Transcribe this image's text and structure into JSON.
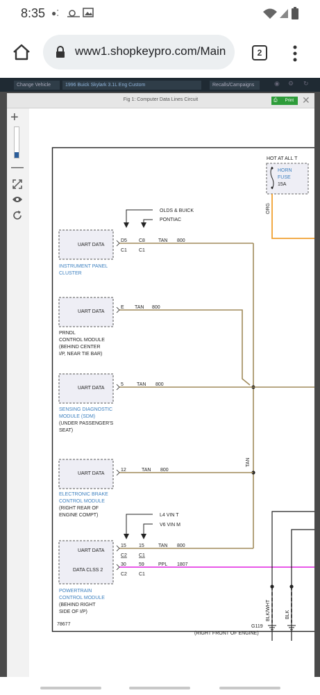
{
  "status": {
    "time": "8:35"
  },
  "browser": {
    "url": "www1.shopkeypro.com/Main",
    "tab_count": "2"
  },
  "site": {
    "change_vehicle": "Change Vehicle",
    "vehicle": "1996 Buick Skylark 3.1L Eng Custom",
    "recalls": "Recalls/Campaigns"
  },
  "viewer": {
    "title": "Fig 1: Computer Data Lines Circuit",
    "print_label": "Print"
  },
  "diagram": {
    "hot_label": "HOT AT ALL T",
    "horn_fuse": [
      "HORN",
      "FUSE",
      "15A"
    ],
    "org_label": "ORG",
    "olds_label": "OLDS & BUICK",
    "pontiac_label": "PONTIAC",
    "ipc": {
      "box": "UART DATA",
      "pin1": "D5",
      "pin2": "C8",
      "conn1": "C1",
      "conn2": "C1",
      "wire": "TAN",
      "circuit": "800",
      "name": [
        "INSTRUMENT PANEL",
        "CLUSTER"
      ]
    },
    "prndl": {
      "box": "UART DATA",
      "pin": "E",
      "wire": "TAN",
      "circuit": "800",
      "name": [
        "PRNDL",
        "CONTROL MODULE",
        "(BEHIND CENTER",
        "I/P, NEAR TIE BAR)"
      ]
    },
    "sdm": {
      "box": "UART DATA",
      "pin": "5",
      "wire": "TAN",
      "circuit": "800",
      "name": [
        "SENSING DIAGNOSTIC",
        "MODULE (SDM)"
      ],
      "loc": [
        "(UNDER PASSENGER'S",
        "SEAT)"
      ]
    },
    "ebcm": {
      "box": "UART DATA",
      "pin": "12",
      "wire": "TAN",
      "circuit": "800",
      "name": [
        "ELECTRONIC BRAKE",
        "CONTROL MODULE"
      ],
      "loc": [
        "(RIGHT REAR OF",
        "ENGINE COMPT)"
      ]
    },
    "tan_vertical": "TAN",
    "l4_label": "L4 VIN T",
    "v6_label": "V6 VIN M",
    "pcm": {
      "box1": "UART DATA",
      "box2": "DATA CLSS 2",
      "row1": {
        "pin1": "15",
        "pin2": "15",
        "conn1": "C2",
        "conn2": "C1",
        "wire": "TAN",
        "circuit": "800"
      },
      "row2": {
        "pin1": "30",
        "pin2": "59",
        "conn1": "C2",
        "conn2": "C1",
        "wire": "PPL",
        "circuit": "1807"
      },
      "name": [
        "POWERTRAIN",
        "CONTROL MODULE"
      ],
      "loc": [
        "(BEHIND RIGHT",
        "SIDE OF I/P)"
      ]
    },
    "blk_wht": "BLK/WHT",
    "blk": "BLK",
    "ground": "G119",
    "ground_loc": "(RIGHT FRONT OF ENGINE)",
    "fig_number": "78677"
  }
}
